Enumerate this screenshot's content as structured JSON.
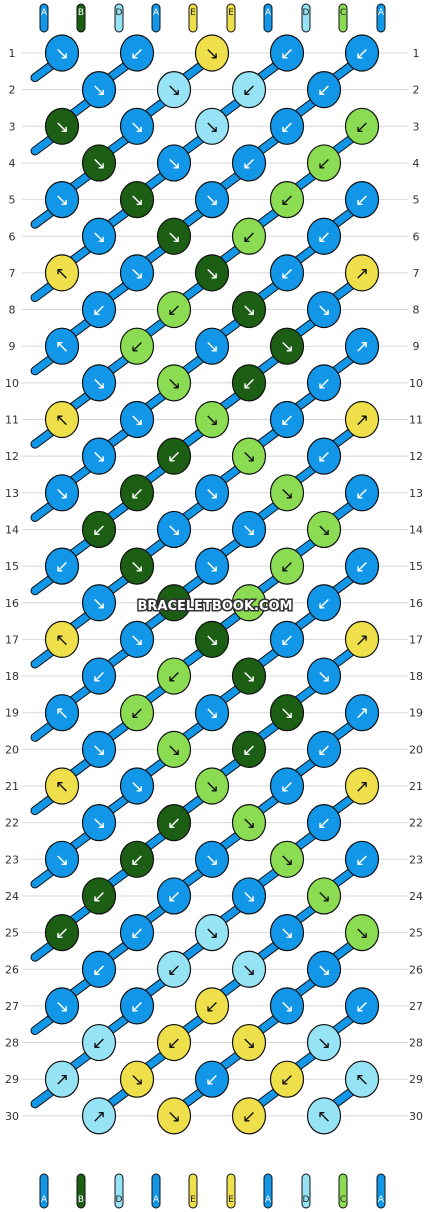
{
  "watermark": "BRACELETBOOK.COM",
  "colors": {
    "A": "#1196e8",
    "B": "#1b5e14",
    "C": "#8bdc52",
    "D": "#97e3f6",
    "E": "#efe04b"
  },
  "strands": {
    "top": [
      "A",
      "B",
      "D",
      "A",
      "E",
      "E",
      "A",
      "D",
      "C",
      "A"
    ],
    "bottom": [
      "A",
      "B",
      "D",
      "A",
      "E",
      "E",
      "A",
      "D",
      "C",
      "A"
    ]
  },
  "rows": {
    "count": 30,
    "numbers": [
      "1",
      "2",
      "3",
      "4",
      "5",
      "6",
      "7",
      "8",
      "9",
      "10",
      "11",
      "12",
      "13",
      "14",
      "15",
      "16",
      "17",
      "18",
      "19",
      "20",
      "21",
      "22",
      "23",
      "24",
      "25",
      "26",
      "27",
      "28",
      "29",
      "30"
    ]
  },
  "knots": {
    "1": [
      [
        "A",
        "fr"
      ],
      [
        "A",
        "fl"
      ],
      [
        "E",
        "fr"
      ],
      [
        "A",
        "fl"
      ],
      [
        "A",
        "fl"
      ]
    ],
    "2": [
      [
        "A",
        "fr"
      ],
      [
        "D",
        "fr"
      ],
      [
        "D",
        "fl"
      ],
      [
        "A",
        "fl"
      ]
    ],
    "3": [
      [
        "B",
        "fr"
      ],
      [
        "A",
        "fr"
      ],
      [
        "D",
        "fr"
      ],
      [
        "A",
        "fl"
      ],
      [
        "C",
        "fl"
      ]
    ],
    "4": [
      [
        "B",
        "fr"
      ],
      [
        "A",
        "fr"
      ],
      [
        "A",
        "fl"
      ],
      [
        "C",
        "fl"
      ]
    ],
    "5": [
      [
        "A",
        "fr"
      ],
      [
        "B",
        "fr"
      ],
      [
        "A",
        "fr"
      ],
      [
        "C",
        "fl"
      ],
      [
        "A",
        "fl"
      ]
    ],
    "6": [
      [
        "A",
        "fr"
      ],
      [
        "B",
        "fr"
      ],
      [
        "C",
        "fl"
      ],
      [
        "A",
        "fl"
      ]
    ],
    "7": [
      [
        "E",
        "bl"
      ],
      [
        "A",
        "fr"
      ],
      [
        "B",
        "fr"
      ],
      [
        "A",
        "fl"
      ],
      [
        "E",
        "br"
      ]
    ],
    "8": [
      [
        "A",
        "fl"
      ],
      [
        "C",
        "fl"
      ],
      [
        "B",
        "fr"
      ],
      [
        "A",
        "fr"
      ]
    ],
    "9": [
      [
        "A",
        "bl"
      ],
      [
        "C",
        "fl"
      ],
      [
        "A",
        "fr"
      ],
      [
        "B",
        "fr"
      ],
      [
        "A",
        "br"
      ]
    ],
    "10": [
      [
        "A",
        "fr"
      ],
      [
        "C",
        "fr"
      ],
      [
        "B",
        "fl"
      ],
      [
        "A",
        "fl"
      ]
    ],
    "11": [
      [
        "E",
        "bl"
      ],
      [
        "A",
        "fr"
      ],
      [
        "C",
        "fr"
      ],
      [
        "A",
        "fl"
      ],
      [
        "E",
        "br"
      ]
    ],
    "12": [
      [
        "A",
        "fr"
      ],
      [
        "B",
        "fl"
      ],
      [
        "C",
        "fr"
      ],
      [
        "A",
        "fl"
      ]
    ],
    "13": [
      [
        "A",
        "fr"
      ],
      [
        "B",
        "fl"
      ],
      [
        "A",
        "fr"
      ],
      [
        "C",
        "fr"
      ],
      [
        "A",
        "fl"
      ]
    ],
    "14": [
      [
        "B",
        "fl"
      ],
      [
        "A",
        "fr"
      ],
      [
        "A",
        "fr"
      ],
      [
        "C",
        "fr"
      ]
    ],
    "15": [
      [
        "A",
        "fl"
      ],
      [
        "B",
        "fr"
      ],
      [
        "A",
        "fr"
      ],
      [
        "C",
        "fl"
      ],
      [
        "A",
        "fl"
      ]
    ],
    "16": [
      [
        "A",
        "fr"
      ],
      [
        "B",
        "fr"
      ],
      [
        "C",
        "fl"
      ],
      [
        "A",
        "fl"
      ]
    ],
    "17": [
      [
        "E",
        "bl"
      ],
      [
        "A",
        "fr"
      ],
      [
        "B",
        "fr"
      ],
      [
        "A",
        "fl"
      ],
      [
        "E",
        "br"
      ]
    ],
    "18": [
      [
        "A",
        "fl"
      ],
      [
        "C",
        "fl"
      ],
      [
        "B",
        "fr"
      ],
      [
        "A",
        "fr"
      ]
    ],
    "19": [
      [
        "A",
        "bl"
      ],
      [
        "C",
        "fl"
      ],
      [
        "A",
        "fr"
      ],
      [
        "B",
        "fr"
      ],
      [
        "A",
        "br"
      ]
    ],
    "20": [
      [
        "A",
        "fr"
      ],
      [
        "C",
        "fr"
      ],
      [
        "B",
        "fl"
      ],
      [
        "A",
        "fl"
      ]
    ],
    "21": [
      [
        "E",
        "bl"
      ],
      [
        "A",
        "fr"
      ],
      [
        "C",
        "fr"
      ],
      [
        "A",
        "fl"
      ],
      [
        "E",
        "br"
      ]
    ],
    "22": [
      [
        "A",
        "fr"
      ],
      [
        "B",
        "fl"
      ],
      [
        "C",
        "fr"
      ],
      [
        "A",
        "fl"
      ]
    ],
    "23": [
      [
        "A",
        "fr"
      ],
      [
        "B",
        "fl"
      ],
      [
        "A",
        "fr"
      ],
      [
        "C",
        "fr"
      ],
      [
        "A",
        "fl"
      ]
    ],
    "24": [
      [
        "B",
        "fl"
      ],
      [
        "A",
        "fl"
      ],
      [
        "A",
        "fr"
      ],
      [
        "C",
        "fr"
      ]
    ],
    "25": [
      [
        "B",
        "fl"
      ],
      [
        "A",
        "fl"
      ],
      [
        "D",
        "fr"
      ],
      [
        "A",
        "fr"
      ],
      [
        "C",
        "fr"
      ]
    ],
    "26": [
      [
        "A",
        "fl"
      ],
      [
        "D",
        "fl"
      ],
      [
        "D",
        "fr"
      ],
      [
        "A",
        "fr"
      ]
    ],
    "27": [
      [
        "A",
        "fr"
      ],
      [
        "A",
        "fl"
      ],
      [
        "E",
        "fl"
      ],
      [
        "A",
        "fr"
      ],
      [
        "A",
        "fl"
      ]
    ],
    "28": [
      [
        "D",
        "fl"
      ],
      [
        "E",
        "fl"
      ],
      [
        "E",
        "fr"
      ],
      [
        "D",
        "fr"
      ]
    ],
    "29": [
      [
        "D",
        "br"
      ],
      [
        "E",
        "fr"
      ],
      [
        "A",
        "fl"
      ],
      [
        "E",
        "fl"
      ],
      [
        "D",
        "bl"
      ]
    ],
    "30": [
      [
        "D",
        "br"
      ],
      [
        "E",
        "fr"
      ],
      [
        "E",
        "fl"
      ],
      [
        "D",
        "bl"
      ]
    ]
  }
}
